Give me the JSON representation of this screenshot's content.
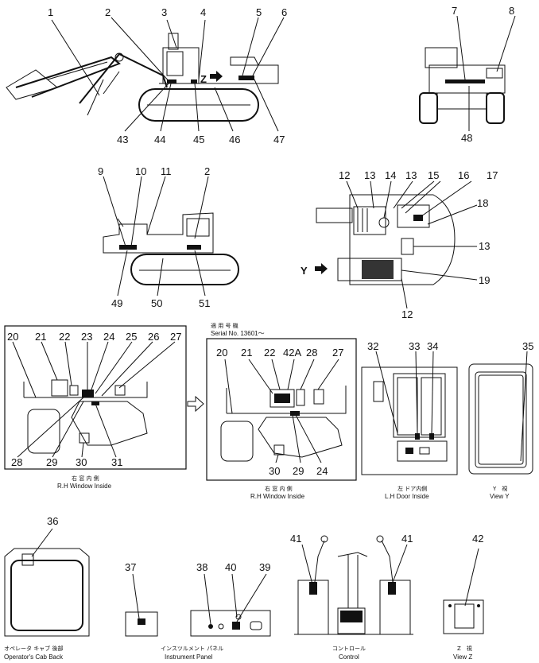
{
  "callouts": {
    "c1": "1",
    "c2": "2",
    "c3": "3",
    "c4": "4",
    "c5": "5",
    "c6": "6",
    "c7": "7",
    "c8": "8",
    "c9": "9",
    "c10": "10",
    "c11": "11",
    "c2b": "2",
    "c12": "12",
    "c13": "13",
    "c14": "14",
    "c13b": "13",
    "c15": "15",
    "c16": "16",
    "c17": "17",
    "c18": "18",
    "c13c": "13",
    "c19": "19",
    "c12b": "12",
    "c20": "20",
    "c21": "21",
    "c22": "22",
    "c23": "23",
    "c24": "24",
    "c25": "25",
    "c26": "26",
    "c27": "27",
    "c28": "28",
    "c29": "29",
    "c30": "30",
    "c31": "31",
    "c20b": "20",
    "c21b": "21",
    "c22b": "22",
    "c42a": "42A",
    "c28b": "28",
    "c27b": "27",
    "c30b": "30",
    "c29b": "29",
    "c24b": "24",
    "c32": "32",
    "c33": "33",
    "c34": "34",
    "c35": "35",
    "c36": "36",
    "c37": "37",
    "c38": "38",
    "c40": "40",
    "c39": "39",
    "c41": "41",
    "c41b": "41",
    "c42": "42",
    "c43": "43",
    "c44": "44",
    "c45": "45",
    "c46": "46",
    "c47": "47",
    "c48": "48",
    "c49": "49",
    "c50": "50",
    "c51": "51"
  },
  "markers": {
    "z": "Z",
    "y": "Y"
  },
  "captions": {
    "rh_window_jp": "右 窓 内 側",
    "rh_window_en": "R.H Window Inside",
    "serial_jp": "適 用 号 機",
    "serial_en": "Serial No. 13601～",
    "rh_window2_jp": "右 窓 内 側",
    "rh_window2_en": "R.H Window Inside",
    "lh_door_jp": "左 ドア内側",
    "lh_door_en": "L.H Door Inside",
    "view_y_jp": "Y　視",
    "view_y_en": "View Y",
    "cab_back_jp": "オペレータ キャブ 後部",
    "cab_back_en": "Operator's Cab Back",
    "panel_jp": "インスツルメント パネル",
    "panel_en": "Instrument Panel",
    "control_jp": "コントロール",
    "control_en": "Control",
    "view_z_jp": "Z　視",
    "view_z_en": "View Z"
  },
  "icons": [
    "arrow-right-icon",
    "transfer-arrow-icon"
  ]
}
